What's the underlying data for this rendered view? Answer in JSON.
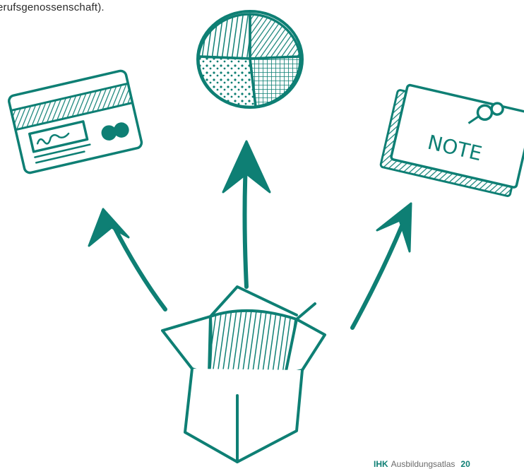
{
  "page": {
    "top_text": "erufsgenossenschaft).",
    "footer_brand": "IHK",
    "footer_text": "Ausbildungsatlas",
    "footer_page": "20"
  },
  "illustration": {
    "note_label": "NOTE",
    "accent_color": "#0e7f74",
    "icons": [
      "credit-card-icon",
      "pie-chart-icon",
      "note-icon",
      "open-box-icon",
      "arrow-icon"
    ]
  }
}
